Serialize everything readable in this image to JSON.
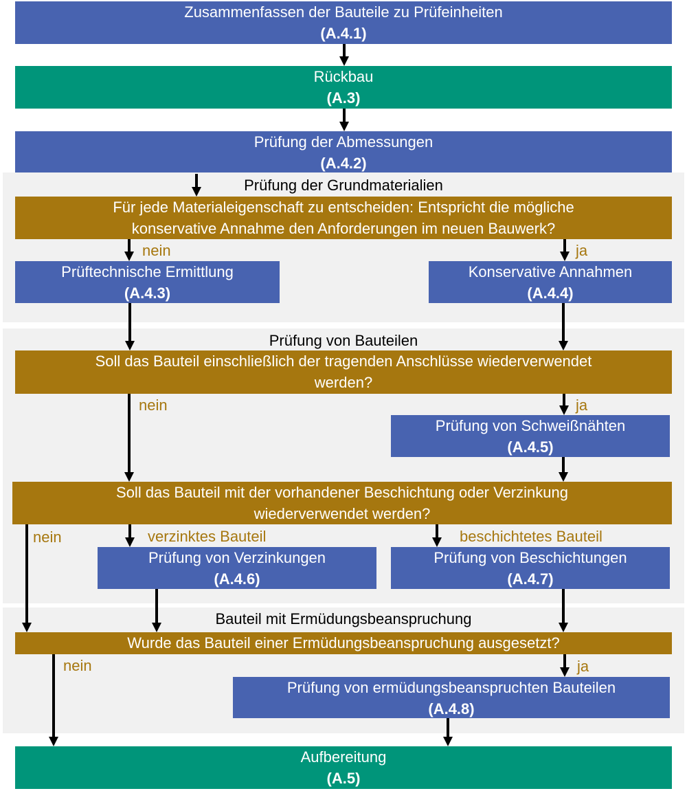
{
  "steps": {
    "a41": {
      "title": "Zusammenfassen der Bauteile zu Prüfeinheiten",
      "code": "(A.4.1)"
    },
    "a3": {
      "title": "Rückbau",
      "code": "(A.3)"
    },
    "a42": {
      "title": "Prüfung der Abmessungen",
      "code": "(A.4.2)"
    },
    "a43": {
      "title": "Prüftechnische Ermittlung",
      "code": "(A.4.3)"
    },
    "a44": {
      "title": "Konservative Annahmen",
      "code": "(A.4.4)"
    },
    "a45": {
      "title": "Prüfung von Schweißnähten",
      "code": "(A.4.5)"
    },
    "a46": {
      "title": "Prüfung von Verzinkungen",
      "code": "(A.4.6)"
    },
    "a47": {
      "title": "Prüfung von Beschichtungen",
      "code": "(A.4.7)"
    },
    "a48": {
      "title": "Prüfung von ermüdungsbeanspruchten Bauteilen",
      "code": "(A.4.8)"
    },
    "a5": {
      "title": "Aufbereitung",
      "code": "(A.5)"
    }
  },
  "sections": {
    "materials": "Prüfung der Grundmaterialien",
    "components": "Prüfung von Bauteilen",
    "fatigue": "Bauteil mit Ermüdungsbeanspruchung"
  },
  "decisions": {
    "material": {
      "line1": "Für jede Materialeigenschaft zu entscheiden: Entspricht die mögliche",
      "line2": "konservative Annahme den Anforderungen im neuen Bauwerk?"
    },
    "connections": {
      "line1": "Soll das Bauteil einschließlich der tragenden Anschlüsse wiederverwendet",
      "line2": "werden?"
    },
    "coating": {
      "line1": "Soll das Bauteil mit der vorhandener Beschichtung oder Verzinkung",
      "line2": "wiederverwendet werden?"
    },
    "fatigue": {
      "line1": "Wurde das Bauteil einer Ermüdungsbeanspruchung ausgesetzt?"
    }
  },
  "labels": {
    "material_no": "nein",
    "material_yes": "ja",
    "connections_no": "nein",
    "connections_yes": "ja",
    "coating_no": "nein",
    "coating_galvanized": "verzinktes Bauteil",
    "coating_coated": "beschichtetes Bauteil",
    "fatigue_no": "nein",
    "fatigue_yes": "ja"
  },
  "colors": {
    "process_blue": "#4863b0",
    "milestone_green": "#00957a",
    "decision_gold": "#a6770f",
    "section_gray": "#f1f1f1"
  }
}
